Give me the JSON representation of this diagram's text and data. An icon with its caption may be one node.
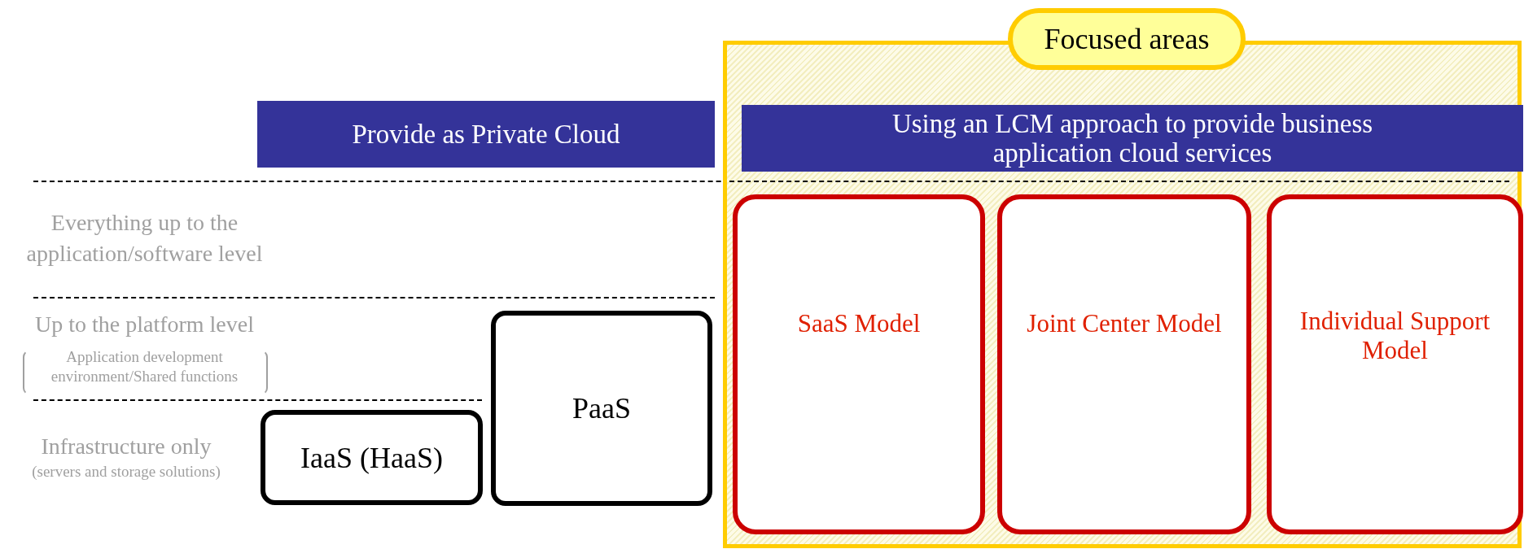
{
  "diagram": {
    "nodes": [
      {
        "text": [
          "Focused areas"
        ]
      },
      {
        "text": [
          "Provide as Private Cloud"
        ]
      },
      {
        "text": [
          "Using an LCM approach to provide business application cloud services"
        ],
        "in": 0
      },
      {
        "text": [
          "SaaS Model"
        ],
        "in": 0
      },
      {
        "text": [
          "Joint Center Model"
        ],
        "in": 0
      },
      {
        "text": [
          "Individual Support Model"
        ],
        "in": 0
      },
      {
        "text": [
          "PaaS"
        ]
      },
      {
        "text": [
          "IaaS (HaaS)"
        ]
      }
    ],
    "edges": [],
    "labels": [
      "Everything up to the application/software level",
      "Up to the platform level",
      "Application development environment/Shared functions",
      "Infrastructure only",
      "(servers and storage solutions)"
    ]
  }
}
